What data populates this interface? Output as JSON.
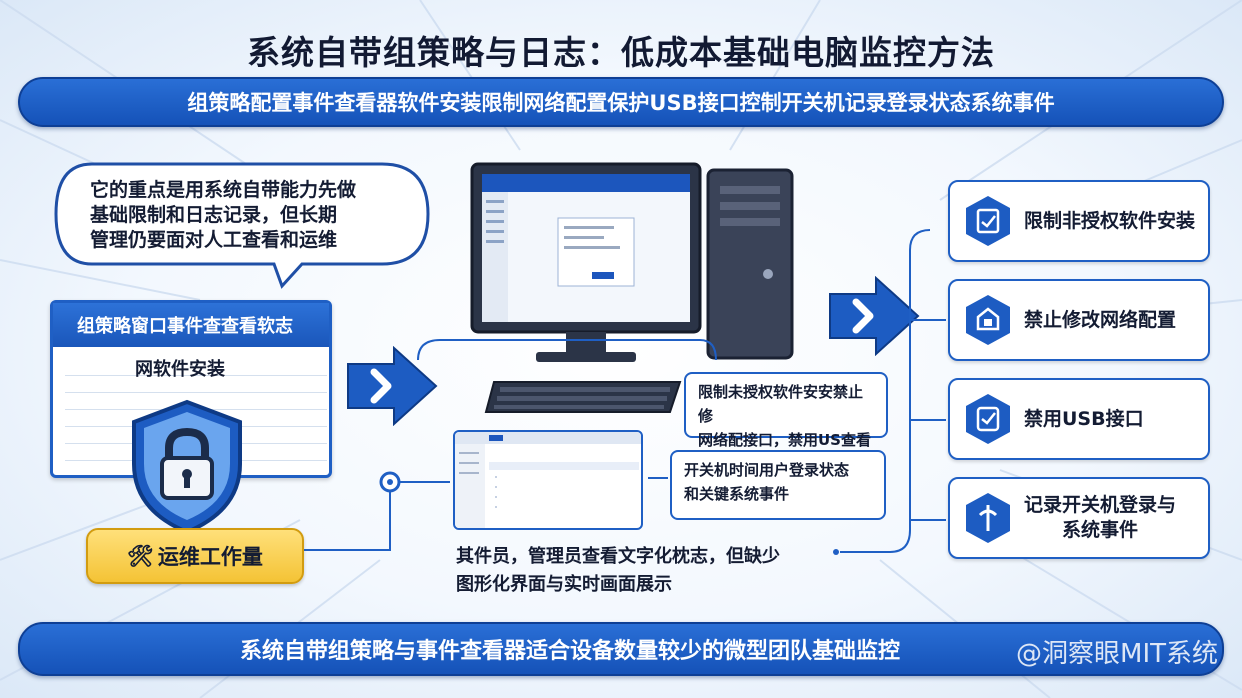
{
  "title": "系统自带组策略与日志：低成本基础电脑监控方法",
  "top_banner": "组策略配置事件查看器软件安装限制网络配置保护USB接口控制开关机记录登录状态系统事件",
  "bubble_lines": [
    "它的重点是用系统自带能力先做",
    "基础限制和日志记录，但长期",
    "管理仍要面对人工查看和运维"
  ],
  "gp_panel": {
    "header": "组策略窗口事件查查看软志",
    "subtitle": "网软件安装"
  },
  "ops_badge": "运维工作量",
  "note1_lines": [
    "限制未授权软件安安禁止修",
    "网络配接口，禁用US查看器"
  ],
  "note2_lines": [
    "开关机时间用户登录状态",
    "和关键系统事件"
  ],
  "bottom_text_lines": [
    "其件员，管理员查看文字化枕志，但缺少",
    "图形化界面与实时画面展示"
  ],
  "side_cards": [
    {
      "label": "限制非授权软件安装",
      "icon": "checklist-icon"
    },
    {
      "label": "禁止修改网络配置",
      "icon": "network-lock-icon"
    },
    {
      "label": "禁用USB接口",
      "icon": "usb-check-icon"
    },
    {
      "label_lines": [
        "记录开关机登录与",
        "系统事件"
      ],
      "icon": "power-log-icon"
    }
  ],
  "bottom_banner": "系统自带组策略与事件查看器适合设备数量较少的微型团队基础监控",
  "watermark": "@洞察眼MIT系统",
  "colors": {
    "primary": "#1f5fc4",
    "banner": "#1552b8",
    "badge": "#f4c335",
    "dark": "#2b3447"
  }
}
